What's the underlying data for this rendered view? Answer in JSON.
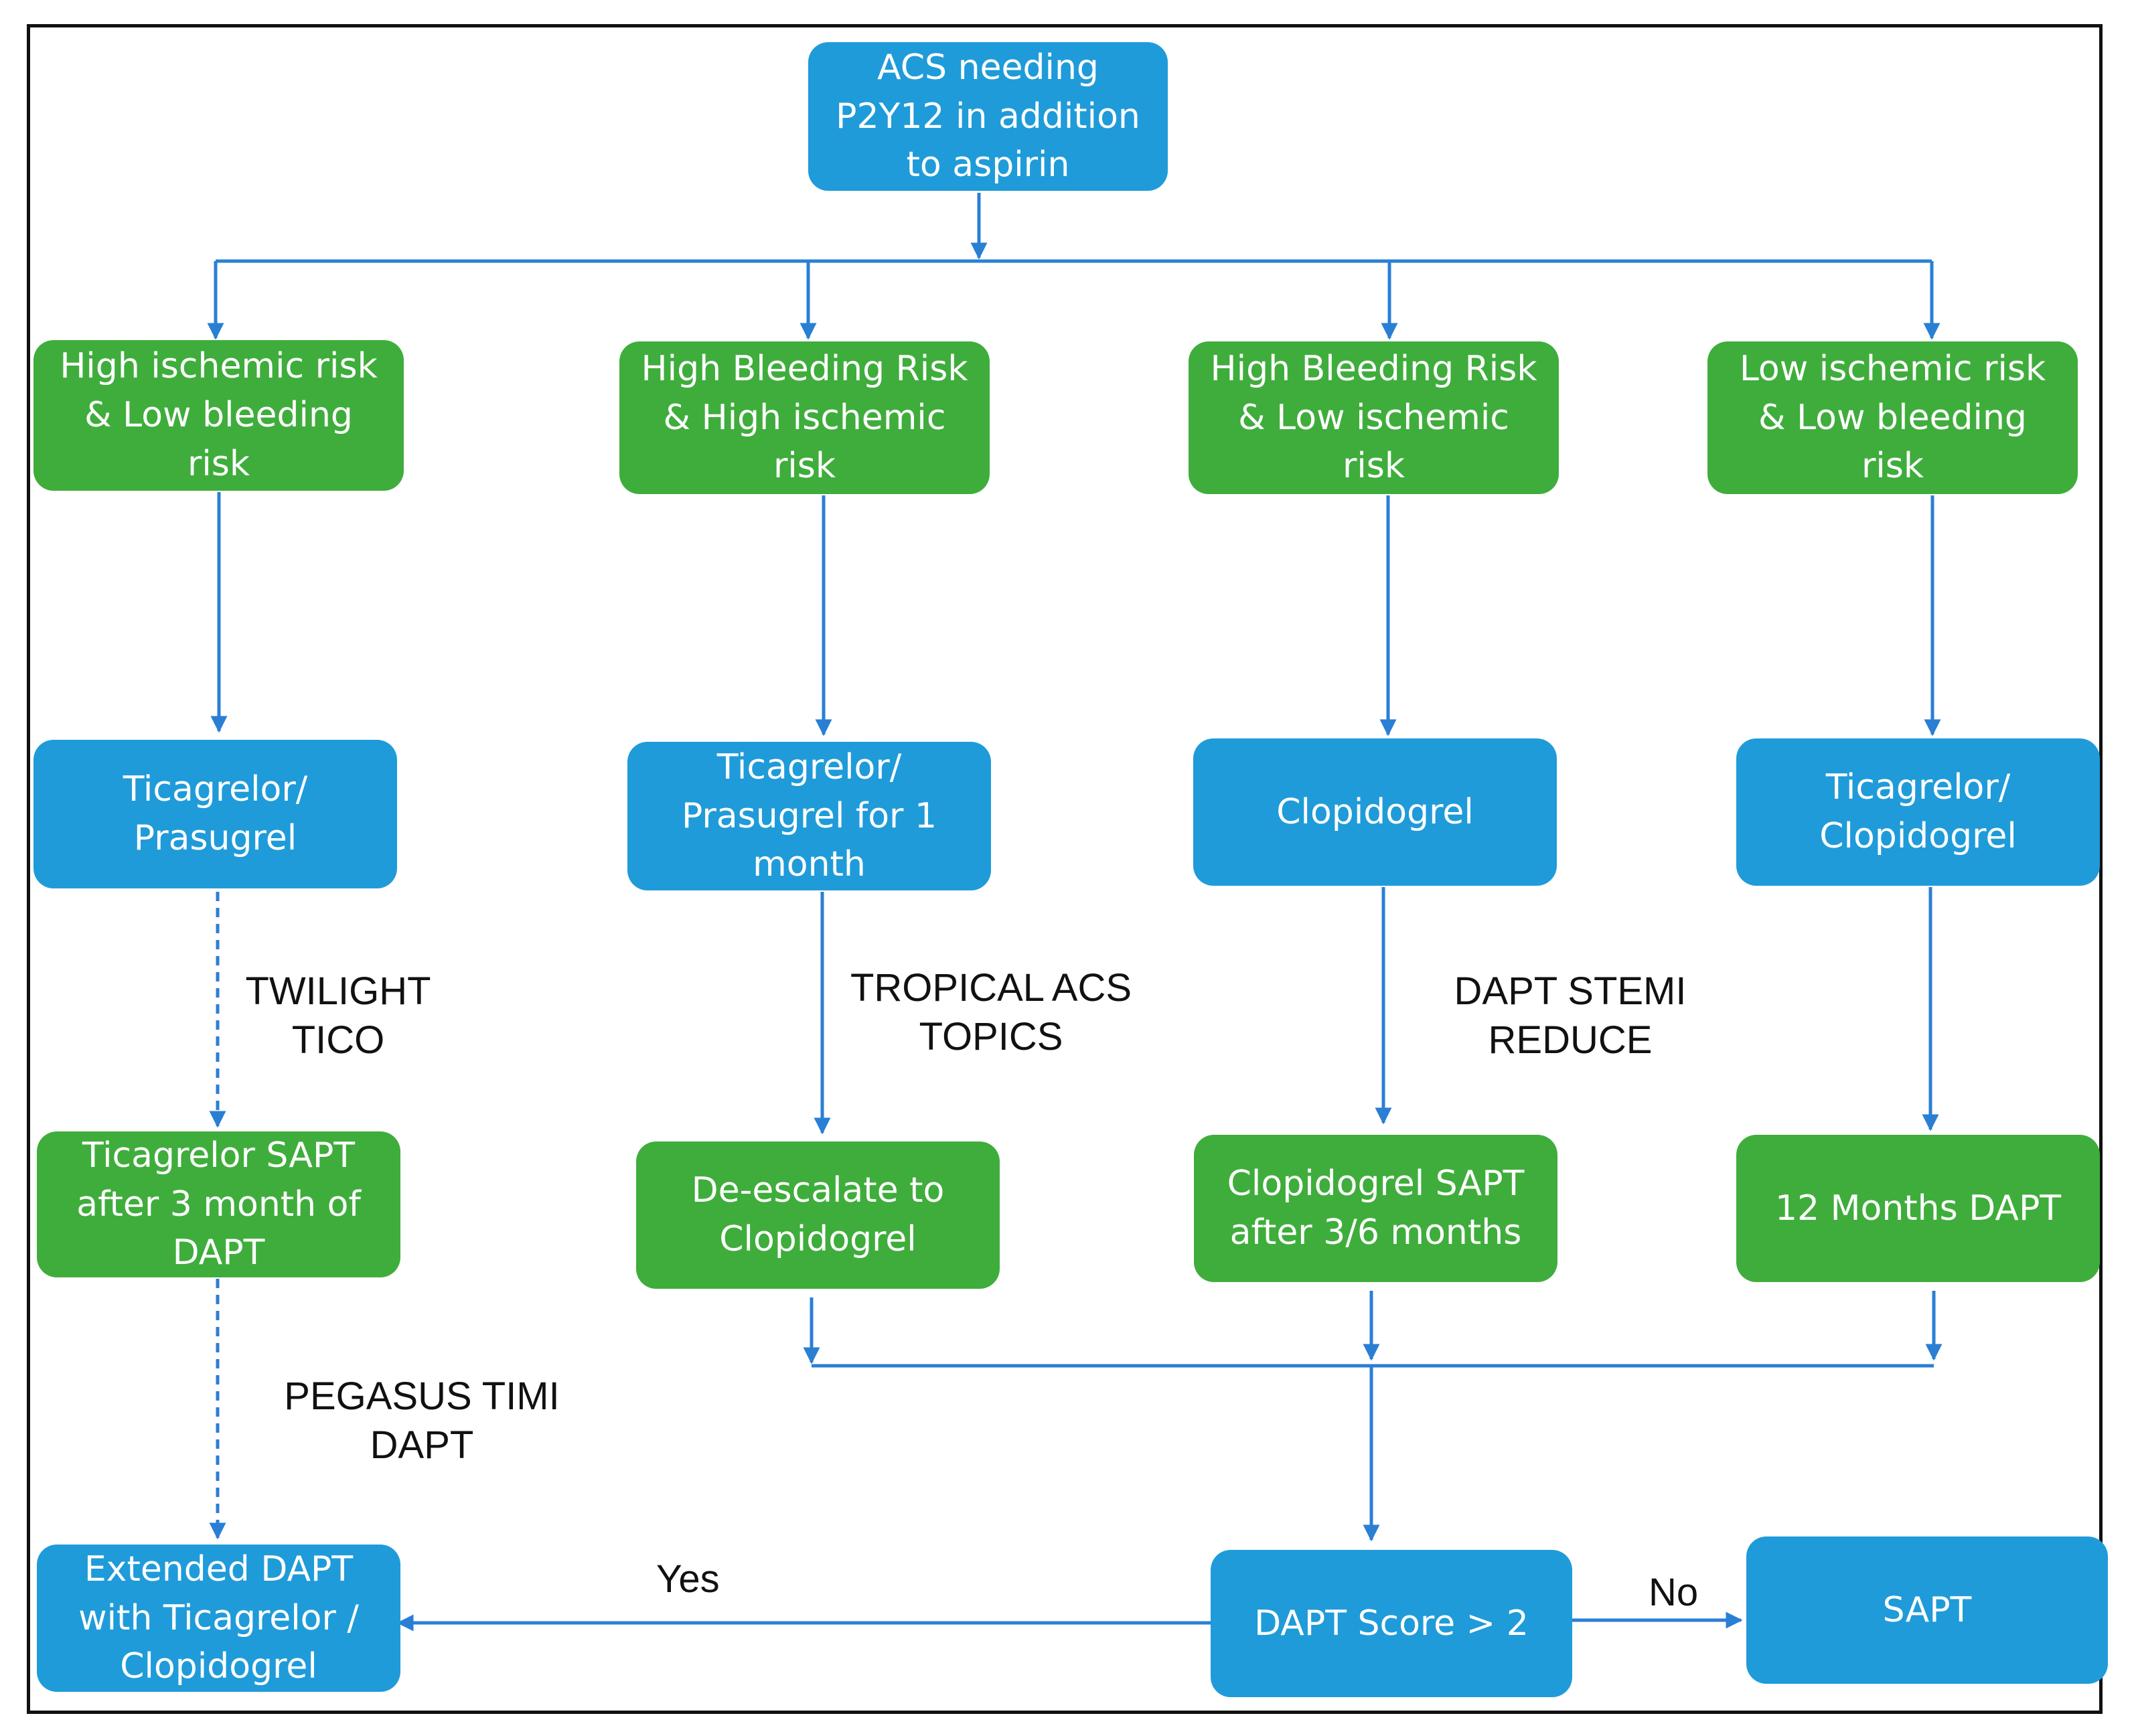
{
  "colors": {
    "treatment_box": "#1f9bd9",
    "risk_box": "#3fad3c",
    "connector": "#2a7fd4",
    "frame": "#111111"
  },
  "boxes": {
    "root": "ACS needing\nP2Y12 in addition\nto aspirin",
    "risk_1": "High ischemic risk\n& Low bleeding\nrisk",
    "risk_2": "High Bleeding Risk\n& High ischemic\nrisk",
    "risk_3": "High Bleeding Risk\n& Low  ischemic\nrisk",
    "risk_4": "Low  ischemic risk\n& Low bleeding\nrisk",
    "drug_1": "Ticagrelor/\nPrasugrel",
    "drug_2": "Ticagrelor/\nPrasugrel for 1\nmonth",
    "drug_3": "Clopidogrel",
    "drug_4": "Ticagrelor/\nClopidogrel",
    "step_1": "Ticagrelor SAPT\nafter 3 month of\nDAPT",
    "step_2": "De-escalate to\nClopidogrel",
    "step_3": "Clopidogrel SAPT\nafter 3/6 months",
    "step_4": "12 Months DAPT",
    "extended": "Extended DAPT\nwith Ticagrelor /\nClopidogrel",
    "score": "DAPT Score > 2",
    "sapt": "SAPT"
  },
  "trials": {
    "col1": "TWILIGHT\nTICO",
    "col2": "TROPICAL ACS\nTOPICS",
    "col3": "DAPT STEMI\nREDUCE",
    "extended": "PEGASUS TIMI\nDAPT"
  },
  "edge_labels": {
    "yes": "Yes",
    "no": "No"
  }
}
